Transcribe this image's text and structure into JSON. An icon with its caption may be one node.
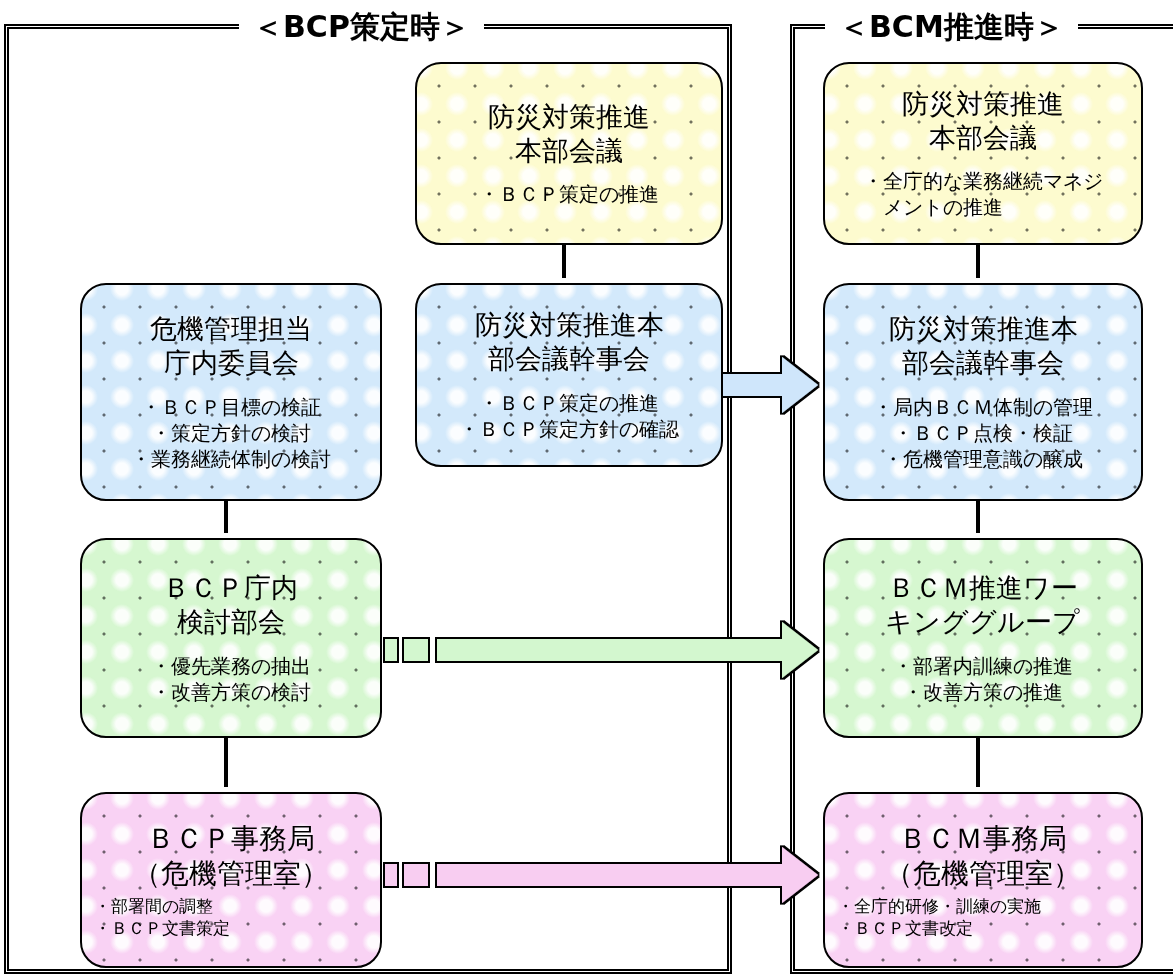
{
  "diagram": {
    "nodes": [
      {
        "text": [
          "＜BCP策定時＞"
        ]
      },
      {
        "text": [
          "防災対策推進本部会議",
          "・ＢＣＰ策定の推進"
        ],
        "in": 0
      },
      {
        "text": [
          "危機管理担当庁内委員会",
          "・ＢＣＰ目標の検証",
          "・策定方針の検討",
          "・業務継続体制の検討"
        ],
        "in": 0
      },
      {
        "text": [
          "防災対策推進本部会議幹事会",
          "・ＢＣＰ策定の推進",
          "・ＢＣＰ策定方針の確認"
        ],
        "in": 0
      },
      {
        "text": [
          "ＢＣＰ庁内検討部会",
          "・優先業務の抽出",
          "・改善方策の検討"
        ],
        "in": 0
      },
      {
        "text": [
          "ＢＣＰ事務局",
          "（危機管理室）",
          "・部署間の調整",
          "・ＢＣＰ文書策定"
        ],
        "in": 0
      },
      {
        "text": [
          "＜BCM推進時＞"
        ]
      },
      {
        "text": [
          "防災対策推進本部会議",
          "・全庁的な業務継続マネジメントの推進"
        ],
        "in": 6
      },
      {
        "text": [
          "防災対策推進本部会議幹事会",
          "・局内ＢＣＭ体制の管理",
          "・ＢＣＰ点検・検証",
          "・危機管理意識の醸成"
        ],
        "in": 6
      },
      {
        "text": [
          "ＢＣＭ推進ワーキンググループ",
          "・部署内訓練の推進",
          "・改善方策の推進"
        ],
        "in": 6
      },
      {
        "text": [
          "ＢＣＭ事務局",
          "（危機管理室）",
          "・全庁的研修・訓練の実施",
          "・ＢＣＰ文書改定"
        ],
        "in": 6
      }
    ],
    "edges": [
      {
        "from": 1,
        "to": 3,
        "arrow": "none"
      },
      {
        "from": 2,
        "to": 4,
        "arrow": "none"
      },
      {
        "from": 4,
        "to": 5,
        "arrow": "none"
      },
      {
        "from": 7,
        "to": 8,
        "arrow": "none"
      },
      {
        "from": 8,
        "to": 9,
        "arrow": "none"
      },
      {
        "from": 9,
        "to": 10,
        "arrow": "none"
      },
      {
        "from": 3,
        "to": 8,
        "arrow": "to",
        "style": "thick",
        "color": "#cfe6fb"
      },
      {
        "from": 4,
        "to": 9,
        "arrow": "to",
        "style": "thick",
        "color": "#d3f7cf"
      },
      {
        "from": 5,
        "to": 10,
        "arrow": "to",
        "style": "thick",
        "color": "#f8cdf1"
      }
    ]
  }
}
